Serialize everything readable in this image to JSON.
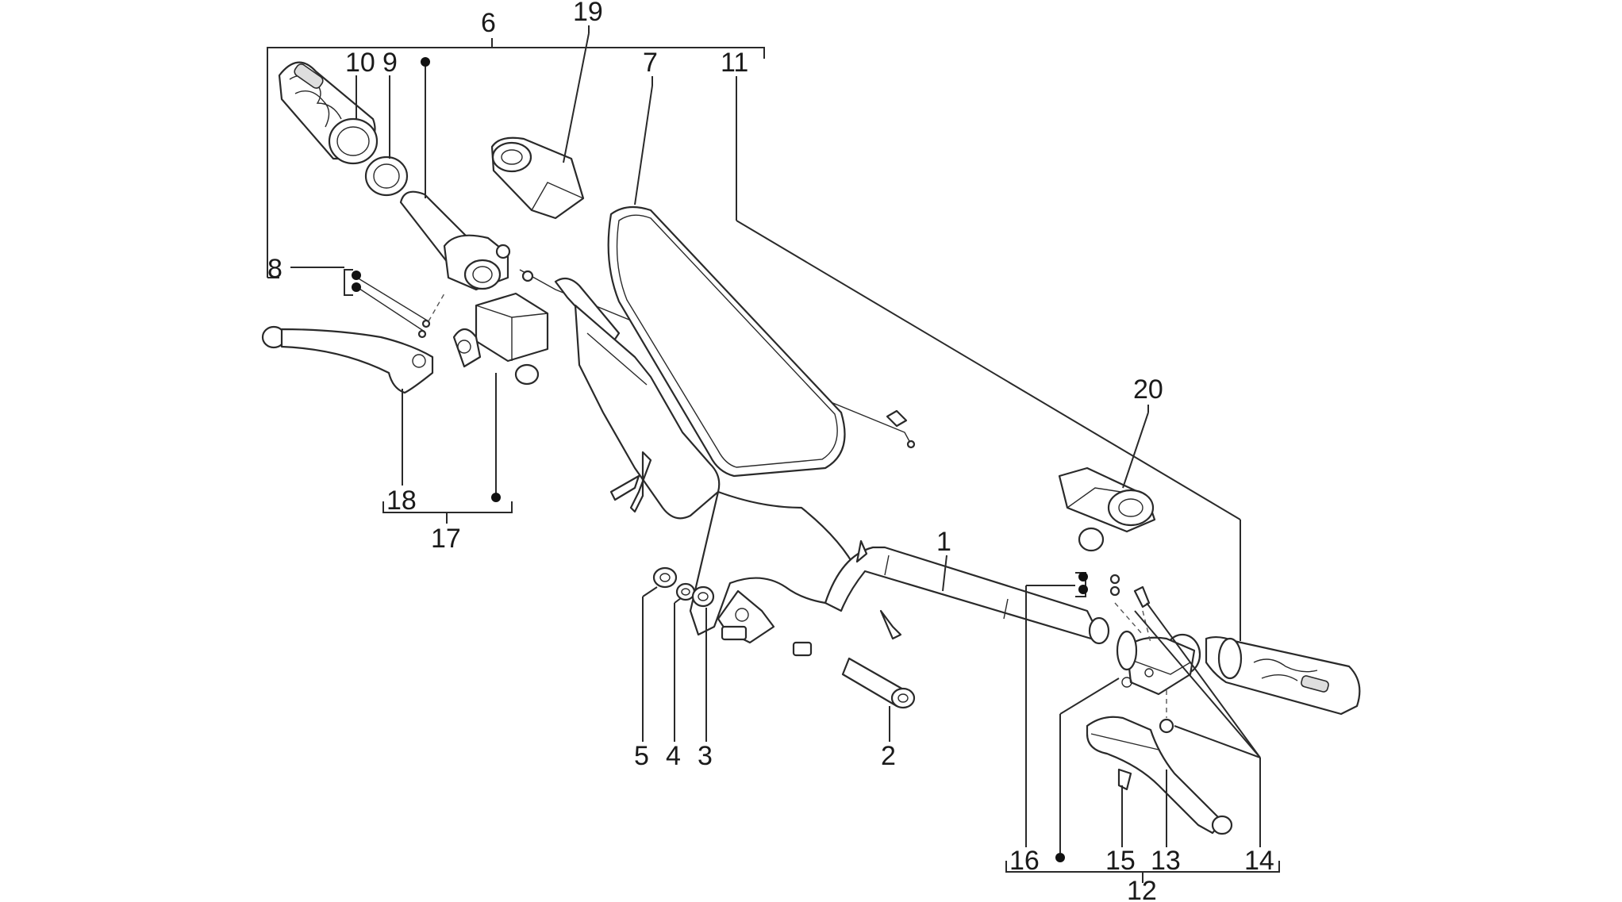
{
  "labels": {
    "p1": "1",
    "p2": "2",
    "p3": "3",
    "p4": "4",
    "p5": "5",
    "p6": "6",
    "p7": "7",
    "p8": "8",
    "p9": "9",
    "p10": "10",
    "p11": "11",
    "p12": "12",
    "p13": "13",
    "p14": "14",
    "p15": "15",
    "p16": "16",
    "p17": "17",
    "p18": "18",
    "p19": "19",
    "p20": "20"
  },
  "colors": {
    "line": "#2a2a2a",
    "background": "#ffffff",
    "marker": "#111111"
  },
  "icons": {
    "marker": "filled-circle-bullet"
  }
}
